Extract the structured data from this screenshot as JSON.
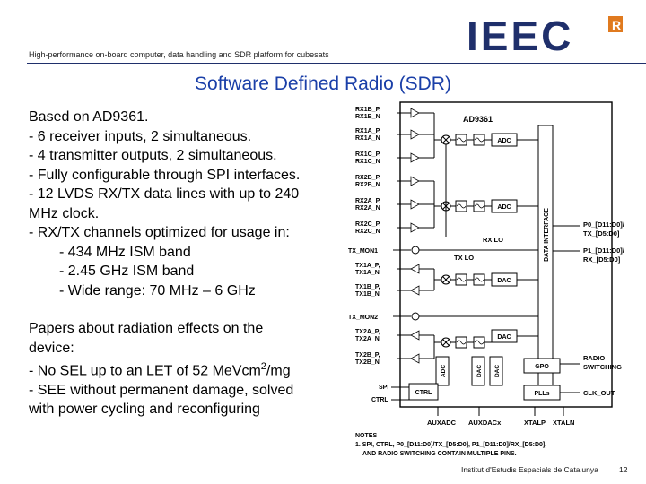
{
  "header": {
    "subtitle": "High-performance on-board computer, data handling and SDR platform for cubesats",
    "logo_text": "IEEC",
    "logo_badge": "R",
    "logo_colors": {
      "letters": "#1f2f6b",
      "badge": "#e07a1f"
    }
  },
  "slide": {
    "title": "Software Defined Radio (SDR)",
    "body_lines": [
      {
        "text": "Based on AD9361.",
        "indent": false
      },
      {
        "text": "- 6 receiver inputs, 2 simultaneous.",
        "indent": false
      },
      {
        "text": "- 4 transmitter outputs, 2 simultaneous.",
        "indent": false
      },
      {
        "text": "- Fully configurable through SPI interfaces.",
        "indent": false
      },
      {
        "text": "- 12 LVDS RX/TX data lines with up to 240",
        "indent": false
      },
      {
        "text": "MHz clock.",
        "indent": false
      },
      {
        "text": "- RX/TX channels optimized for usage in:",
        "indent": false
      },
      {
        "text": "- 434 MHz ISM band",
        "indent": true
      },
      {
        "text": "- 2.45 GHz ISM band",
        "indent": true
      },
      {
        "text": "- Wide range: 70 MHz – 6 GHz",
        "indent": true
      }
    ],
    "papers_lines": [
      {
        "text": "Papers about radiation effects on the"
      },
      {
        "text": "device:"
      },
      {
        "text": "- No SEL up to an LET of 52 MeVcm",
        "sup": "2",
        "tail": "/mg"
      },
      {
        "text": "- SEE without permanent damage, solved"
      },
      {
        "text": "with power cycling and reconfiguring"
      }
    ]
  },
  "diagram": {
    "chip_name": "AD9361",
    "rx_pins": [
      [
        "RX1B_P,",
        "RX1B_N"
      ],
      [
        "RX1A_P,",
        "RX1A_N"
      ],
      [
        "RX1C_P,",
        "RX1C_N"
      ],
      [
        "RX2B_P,",
        "RX2B_N"
      ],
      [
        "RX2A_P,",
        "RX2A_N"
      ],
      [
        "RX2C_P,",
        "RX2C_N"
      ]
    ],
    "tx_mon1": "TX_MON1",
    "tx1_pins": [
      [
        "TX1A_P,",
        "TX1A_N"
      ],
      [
        "TX1B_P,",
        "TX1B_N"
      ]
    ],
    "tx_mon2": "TX_MON2",
    "tx2_pins": [
      [
        "TX2A_P,",
        "TX2A_N"
      ],
      [
        "TX2B_P,",
        "TX2B_N"
      ]
    ],
    "ctrl_pins": [
      "SPI",
      "CTRL"
    ],
    "adc_label": "ADC",
    "dac_label": "DAC",
    "rx_lo": "RX LO",
    "tx_lo": "TX LO",
    "data_interface": "DATA INTERFACE",
    "gpo": "GPO",
    "plls": "PLLs",
    "ctrl_block": "CTRL",
    "vertical_blocks": [
      "ADC",
      "DAC",
      "DAC"
    ],
    "p0_label": [
      "P0_[D11:D0]/",
      "TX_[D5:D0]"
    ],
    "p1_label": [
      "P1_[D11:D0]/",
      "RX_[D5:D0]"
    ],
    "radio_switching": [
      "RADIO",
      "SWITCHING"
    ],
    "clk_out": "CLK_OUT",
    "bottom_labels": [
      "AUXADC",
      "AUXDACx",
      "XTALP",
      "XTALN"
    ],
    "notes": [
      "NOTES",
      "1. SPI, CTRL, P0_[D11:D0]/TX_[D5:D0], P1_[D11:D0]/RX_[D5:D0],",
      "AND RADIO SWITCHING CONTAIN MULTIPLE PINS."
    ]
  },
  "footer": {
    "institution": "Institut d'Estudis Espacials de Catalunya",
    "page_number": "12"
  }
}
